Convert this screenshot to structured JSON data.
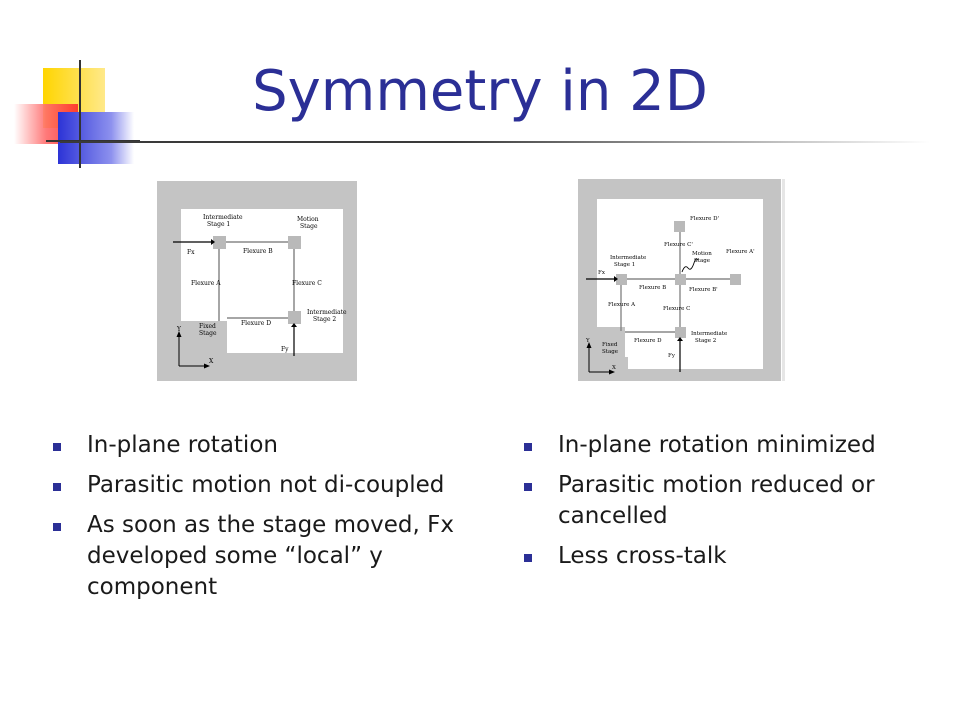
{
  "slide": {
    "title": "Symmetry in 2D"
  },
  "left_figure": {
    "labels": {
      "intermediate_stage_1": [
        "Intermediate",
        "Stage 1"
      ],
      "motion_stage": [
        "Motion",
        "Stage"
      ],
      "flexure_b": "Flexure B",
      "flexure_a": "Flexure A",
      "flexure_c": "Flexure C",
      "flexure_d": "Flexure D",
      "intermediate_stage_2": [
        "Intermediate",
        "Stage 2"
      ],
      "fixed_stage": [
        "Fixed",
        "Stage"
      ],
      "fx": "Fx",
      "fy": "Fy",
      "axis_y": "Y",
      "axis_x": "X"
    }
  },
  "right_figure": {
    "labels": {
      "flexure_d_prime": "Flexure D'",
      "flexure_c_prime": "Flexure C'",
      "flexure_a_prime": "Flexure A'",
      "motion_stage": [
        "Motion",
        "Stage"
      ],
      "intermediate_stage_1": [
        "Intermediate",
        "Stage 1"
      ],
      "flexure_b": "Flexure B",
      "flexure_b_prime": "Flexure B'",
      "flexure_a": "Flexure A",
      "flexure_c": "Flexure C",
      "flexure_d": "Flexure D",
      "intermediate_stage_2": [
        "Intermediate",
        "Stage 2"
      ],
      "fixed_stage": [
        "Fixed",
        "Stage"
      ],
      "fx": "Fx",
      "fy": "Fy",
      "axis_y": "Y",
      "axis_x": "X"
    }
  },
  "left_bullets": [
    "In-plane rotation",
    "Parasitic motion not di-coupled",
    "As soon as the stage moved, Fx developed some “local” y component"
  ],
  "right_bullets": [
    "In-plane rotation minimized",
    "Parasitic motion reduced or cancelled",
    "Less cross-talk"
  ],
  "colors": {
    "title": "#2b2f96",
    "bullet": "#2b2f96",
    "deco_yellow": "#ffd500",
    "deco_red": "#ff3b3b",
    "deco_blue": "#2c33d6"
  }
}
